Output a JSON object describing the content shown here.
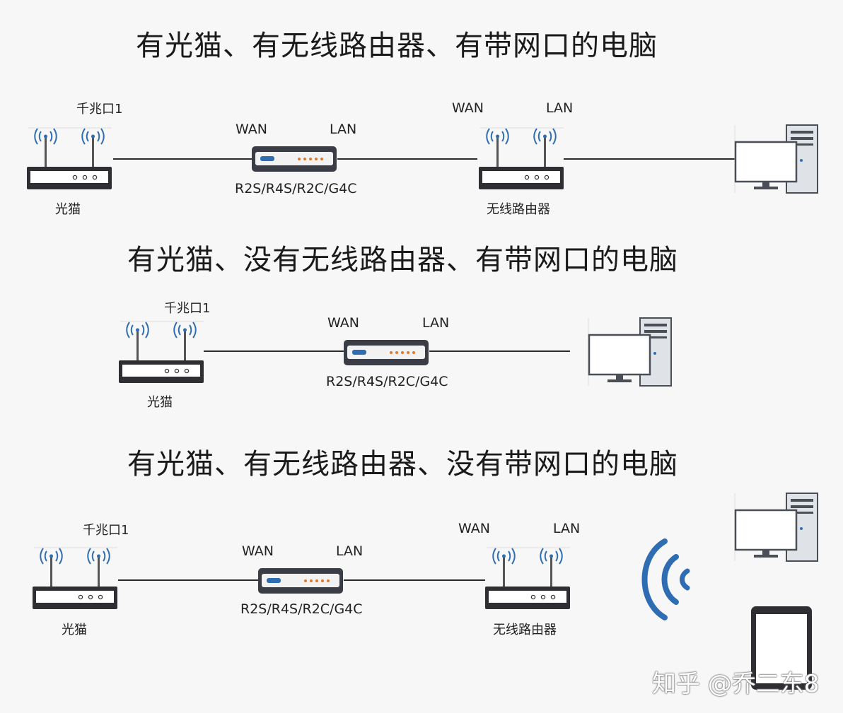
{
  "scenarios": [
    {
      "title": "有光猫、有无线路由器、有带网口的电脑",
      "modem_label": "光猫",
      "modem_port": "千兆口1",
      "device_wan": "WAN",
      "device_lan": "LAN",
      "device_label": "R2S/R4S/R2C/G4C",
      "router_wan": "WAN",
      "router_lan": "LAN",
      "router_label": "无线路由器"
    },
    {
      "title": "有光猫、没有无线路由器、有带网口的电脑",
      "modem_label": "光猫",
      "modem_port": "千兆口1",
      "device_wan": "WAN",
      "device_lan": "LAN",
      "device_label": "R2S/R4S/R2C/G4C"
    },
    {
      "title": "有光猫、有无线路由器、没有带网口的电脑",
      "modem_label": "光猫",
      "modem_port": "千兆口1",
      "device_wan": "WAN",
      "device_lan": "LAN",
      "device_label": "R2S/R4S/R2C/G4C",
      "router_wan": "WAN",
      "router_lan": "LAN",
      "router_label": "无线路由器"
    }
  ],
  "watermark": "知乎 @乔二东8",
  "icons": [
    "wireless-router-icon",
    "mini-router-icon",
    "desktop-computer-icon",
    "wifi-signal-icon",
    "tablet-icon"
  ],
  "colors": {
    "antenna_wave": "#2f6db3",
    "device_led": "#e07a2a",
    "device_body": "#3a3d46"
  }
}
